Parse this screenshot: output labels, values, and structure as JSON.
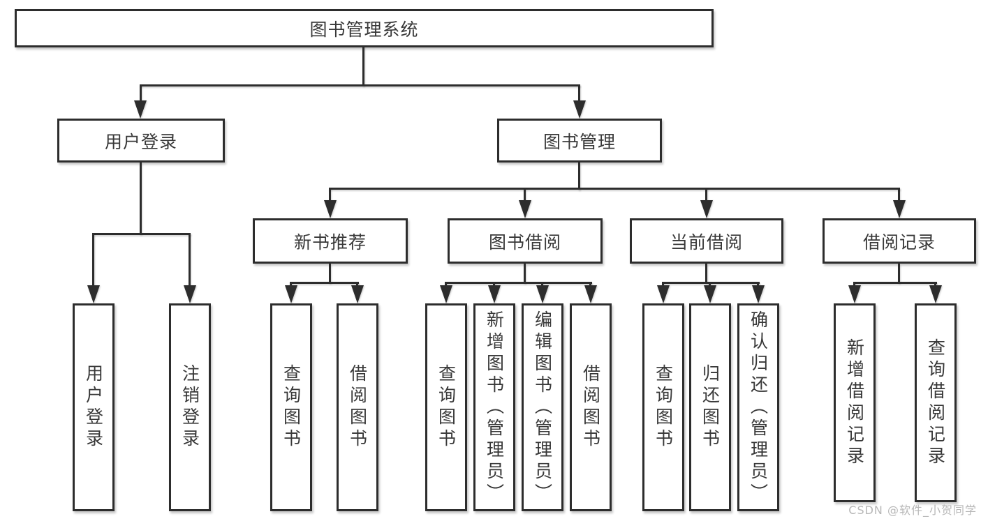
{
  "diagram_type": "hierarchy-tree",
  "colors": {
    "background": "#ffffff",
    "line": "#2d2d2d",
    "box_border": "#2d2d2d",
    "text": "#383838",
    "watermark": "#b7b7b7"
  },
  "watermark": "CSDN @软件_小贺同学",
  "tree": {
    "label": "图书管理系统",
    "children": [
      {
        "label": "用户登录",
        "children": [
          {
            "label": "用户登录"
          },
          {
            "label": "注销登录"
          }
        ]
      },
      {
        "label": "图书管理",
        "children": [
          {
            "label": "新书推荐",
            "children": [
              {
                "label": "查询图书"
              },
              {
                "label": "借阅图书"
              }
            ]
          },
          {
            "label": "图书借阅",
            "children": [
              {
                "label": "查询图书"
              },
              {
                "label": "新增图书（管理员）"
              },
              {
                "label": "编辑图书（管理员）"
              },
              {
                "label": "借阅图书"
              }
            ]
          },
          {
            "label": "当前借阅",
            "children": [
              {
                "label": "查询图书"
              },
              {
                "label": "归还图书"
              },
              {
                "label": "确认归还（管理员）"
              }
            ]
          },
          {
            "label": "借阅记录",
            "children": [
              {
                "label": "新增借阅记录"
              },
              {
                "label": "查询借阅记录"
              }
            ]
          }
        ]
      }
    ]
  }
}
